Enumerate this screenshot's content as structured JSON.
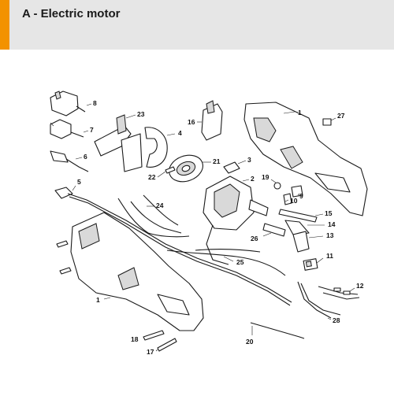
{
  "header": {
    "title": "A - Electric motor",
    "accent_color": "#f39200",
    "background_color": "#e6e6e6"
  },
  "callouts": [
    "8",
    "23",
    "7",
    "4",
    "16",
    "1",
    "27",
    "6",
    "3",
    "21",
    "2",
    "22",
    "19",
    "10",
    "9",
    "5",
    "24",
    "15",
    "14",
    "26",
    "13",
    "11",
    "25",
    "12",
    "1",
    "28",
    "18",
    "17",
    "20"
  ]
}
